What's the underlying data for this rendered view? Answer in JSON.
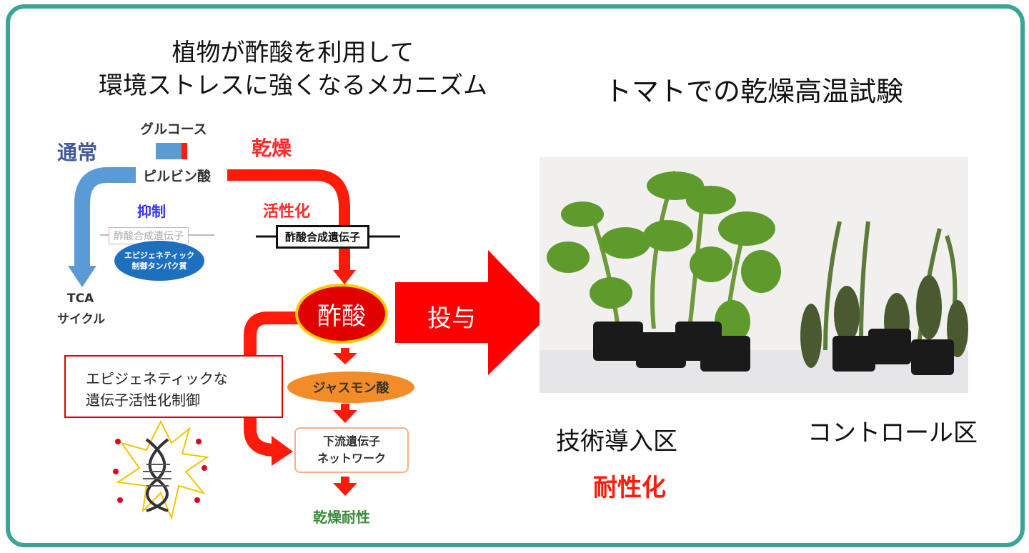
{
  "left_title": {
    "line1": "植物が酢酸を利用して",
    "line2": "環境ストレスに強くなるメカニズム"
  },
  "right_title": "トマトでの乾燥高温試験",
  "mechanism": {
    "glucose": "グルコース",
    "pyruvate": "ピルビン酸",
    "normal": "通常",
    "drought": "乾燥",
    "suppress": "抑制",
    "activate": "活性化",
    "gene_suppressed": "酢酸合成遺伝子",
    "gene_active": "酢酸合成遺伝子",
    "epigenetic_protein": "エピジェネティック制御タンパク質",
    "tca_line1": "TCA",
    "tca_line2": "サイクル",
    "acetic_acid": "酢酸",
    "jasmonic_acid": "ジャスモン酸",
    "downstream_line1": "下流遺伝子",
    "downstream_line2": "ネットワーク",
    "drought_tolerance": "乾燥耐性",
    "epigenetic_box_line1": "エピジェネティックな",
    "epigenetic_box_line2": "遺伝子活性化制御"
  },
  "administer_arrow": "投与",
  "trial": {
    "treated_label": "技術導入区",
    "treated_result": "耐性化",
    "control_label": "コントロール区"
  },
  "colors": {
    "frame": "#3aa595",
    "red": "#ff1a0a",
    "blue": "#5b9bd5",
    "orange": "#f28c28",
    "green": "#3c8c3c"
  }
}
